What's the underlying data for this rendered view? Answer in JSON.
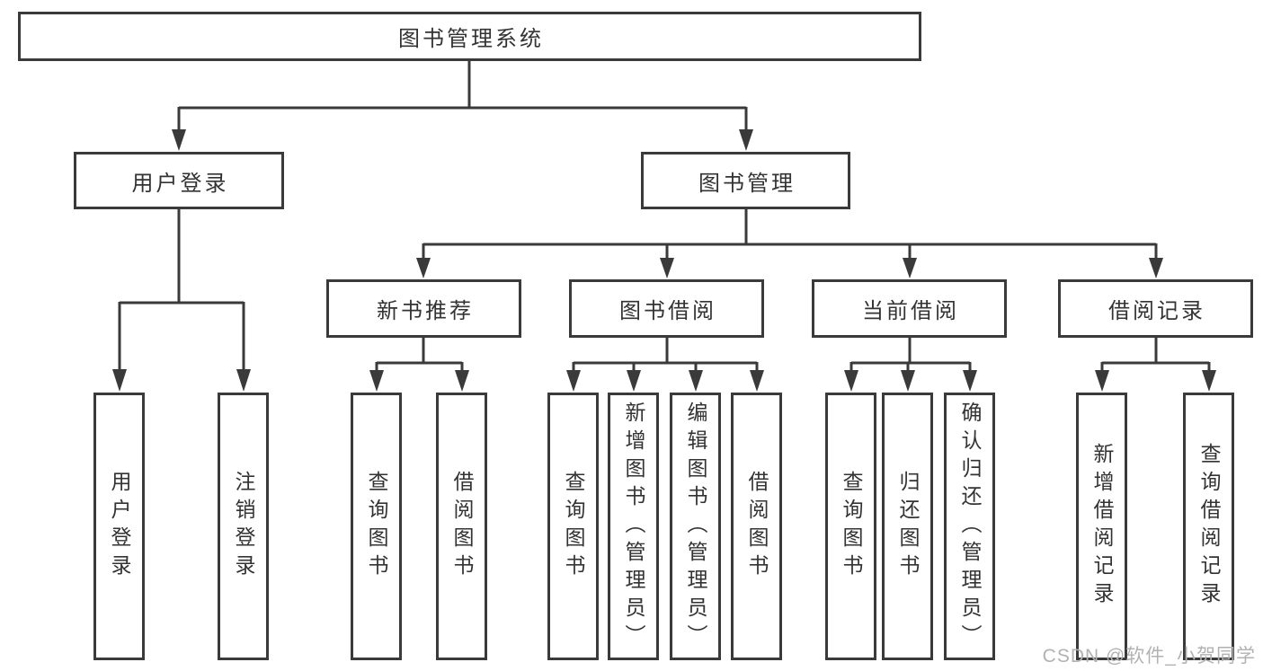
{
  "diagram": {
    "type": "tree",
    "root": {
      "label": "图书管理系统",
      "children": [
        {
          "label": "用户登录",
          "children": [
            {
              "label": "用户登录"
            },
            {
              "label": "注销登录"
            }
          ]
        },
        {
          "label": "图书管理",
          "children": [
            {
              "label": "新书推荐",
              "children": [
                {
                  "label": "查询图书"
                },
                {
                  "label": "借阅图书"
                }
              ]
            },
            {
              "label": "图书借阅",
              "children": [
                {
                  "label": "查询图书"
                },
                {
                  "label": "新增图书（管理员）"
                },
                {
                  "label": "编辑图书（管理员）"
                },
                {
                  "label": "借阅图书"
                }
              ]
            },
            {
              "label": "当前借阅",
              "children": [
                {
                  "label": "查询图书"
                },
                {
                  "label": "归还图书"
                },
                {
                  "label": "确认归还（管理员）"
                }
              ]
            },
            {
              "label": "借阅记录",
              "children": [
                {
                  "label": "新增借阅记录"
                },
                {
                  "label": "查询借阅记录"
                }
              ]
            }
          ]
        }
      ]
    },
    "colors": {
      "line": "#3a3a3a",
      "text": "#333333",
      "background": "#ffffff",
      "watermark": "#b2b2b2"
    }
  },
  "watermark": {
    "text": "CSDN @软件_小贺同学"
  }
}
